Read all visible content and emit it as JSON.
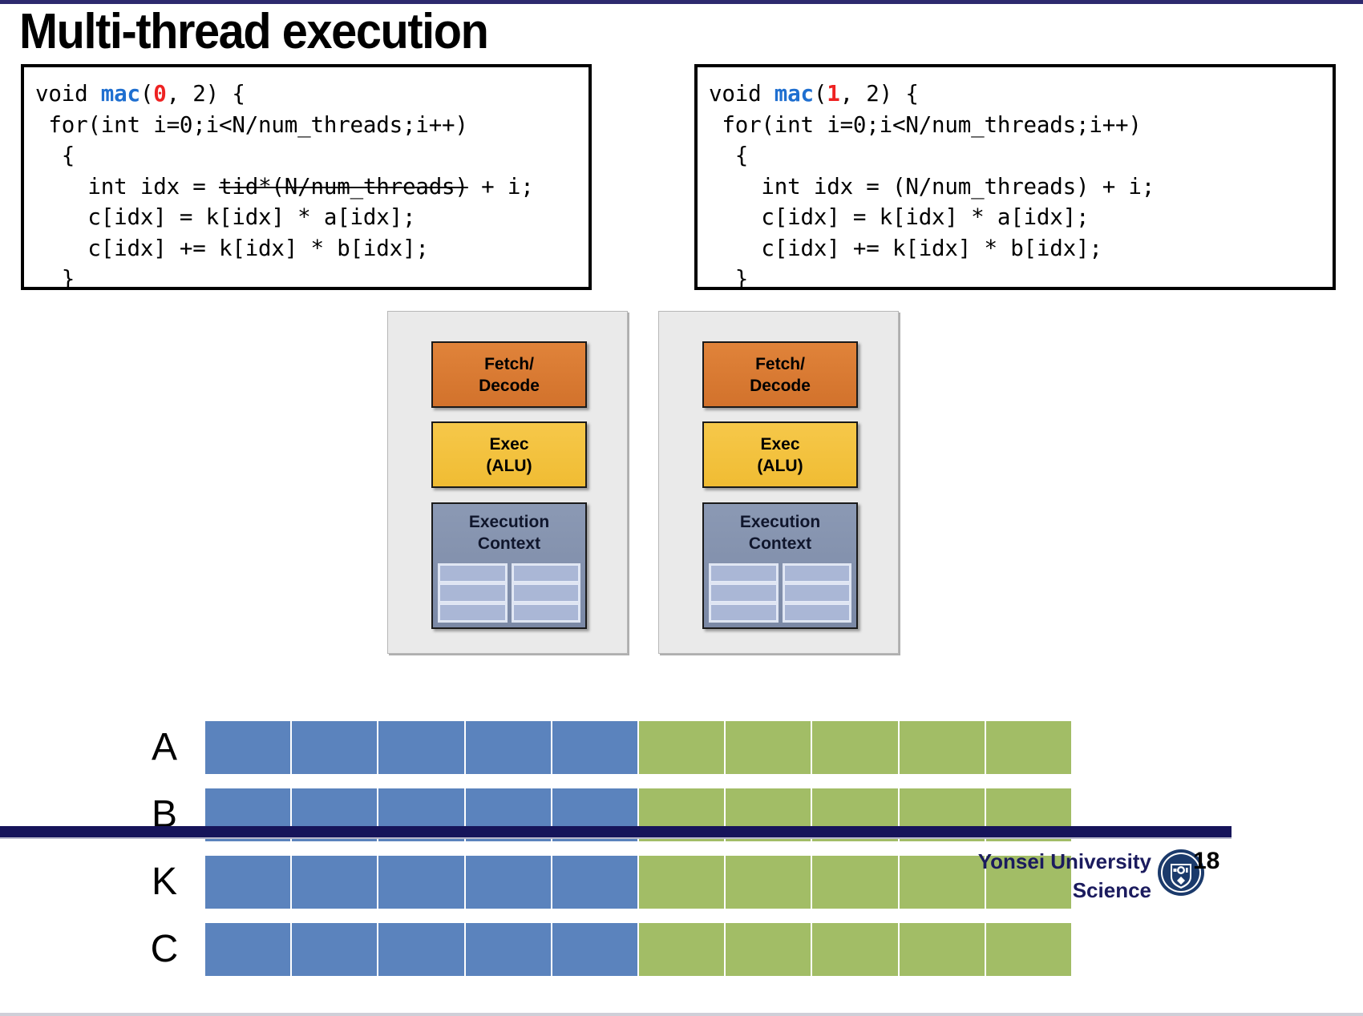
{
  "slide": {
    "title": "Multi-thread execution",
    "page_number": "18"
  },
  "code_blocks": [
    {
      "id": "thread-0",
      "signature_prefix": "void ",
      "fn_name": "mac",
      "arg_thread_id": "0",
      "arg_rest": ", 2) {",
      "lines": [
        " for(int i=0;i<N/num_threads;i++)",
        "  {",
        "    int idx = ",
        "    c[idx] = k[idx] * a[idx];",
        "    c[idx] += k[idx] * b[idx];",
        "  }"
      ],
      "idx_struck": "tid*(N/num_threads)",
      "idx_tail": " + i;"
    },
    {
      "id": "thread-1",
      "signature_prefix": "void ",
      "fn_name": "mac",
      "arg_thread_id": "1",
      "arg_rest": ", 2) {",
      "lines": [
        " for(int i=0;i<N/num_threads;i++)",
        "  {",
        "    int idx = (N/num_threads) + i;",
        "    c[idx] = k[idx] * a[idx];",
        "    c[idx] += k[idx] * b[idx];",
        "  }"
      ]
    }
  ],
  "cores": [
    {
      "id": "core-0",
      "fetch_decode": "Fetch/\nDecode",
      "fetch_line1": "Fetch/",
      "fetch_line2": "Decode",
      "exec_line1": "Exec",
      "exec_line2": "(ALU)",
      "ctx_line1": "Execution",
      "ctx_line2": "Context",
      "register_columns": 2,
      "register_rows": 3
    },
    {
      "id": "core-1",
      "fetch_line1": "Fetch/",
      "fetch_line2": "Decode",
      "exec_line1": "Exec",
      "exec_line2": "(ALU)",
      "ctx_line1": "Execution",
      "ctx_line2": "Context",
      "register_columns": 2,
      "register_rows": 3
    }
  ],
  "data_rows": [
    {
      "label": "A",
      "cells": [
        "blue",
        "blue",
        "blue",
        "blue",
        "blue",
        "green",
        "green",
        "green",
        "green",
        "green"
      ]
    },
    {
      "label": "B",
      "cells": [
        "blue",
        "blue",
        "blue",
        "blue",
        "blue",
        "green",
        "green",
        "green",
        "green",
        "green"
      ]
    },
    {
      "label": "K",
      "cells": [
        "blue",
        "blue",
        "blue",
        "blue",
        "blue",
        "green",
        "green",
        "green",
        "green",
        "green"
      ]
    },
    {
      "label": "C",
      "cells": [
        "blue",
        "blue",
        "blue",
        "blue",
        "blue",
        "green",
        "green",
        "green",
        "green",
        "green"
      ]
    }
  ],
  "footer": {
    "line1": "Yonsei University",
    "line2": "Science",
    "logo_name": "yonsei-university-seal"
  },
  "colors": {
    "blue_cell": "#5b83bd",
    "green_cell": "#a2bd66",
    "fetch_decode": "#d2722c",
    "exec_alu": "#f0bc33",
    "execution_context": "#7b89a6",
    "register_cell": "#aab7d6",
    "core_background": "#eaeaea",
    "navy_rule": "#16145a",
    "code_fn": "#1f6fd0",
    "code_num": "#ee2222"
  }
}
